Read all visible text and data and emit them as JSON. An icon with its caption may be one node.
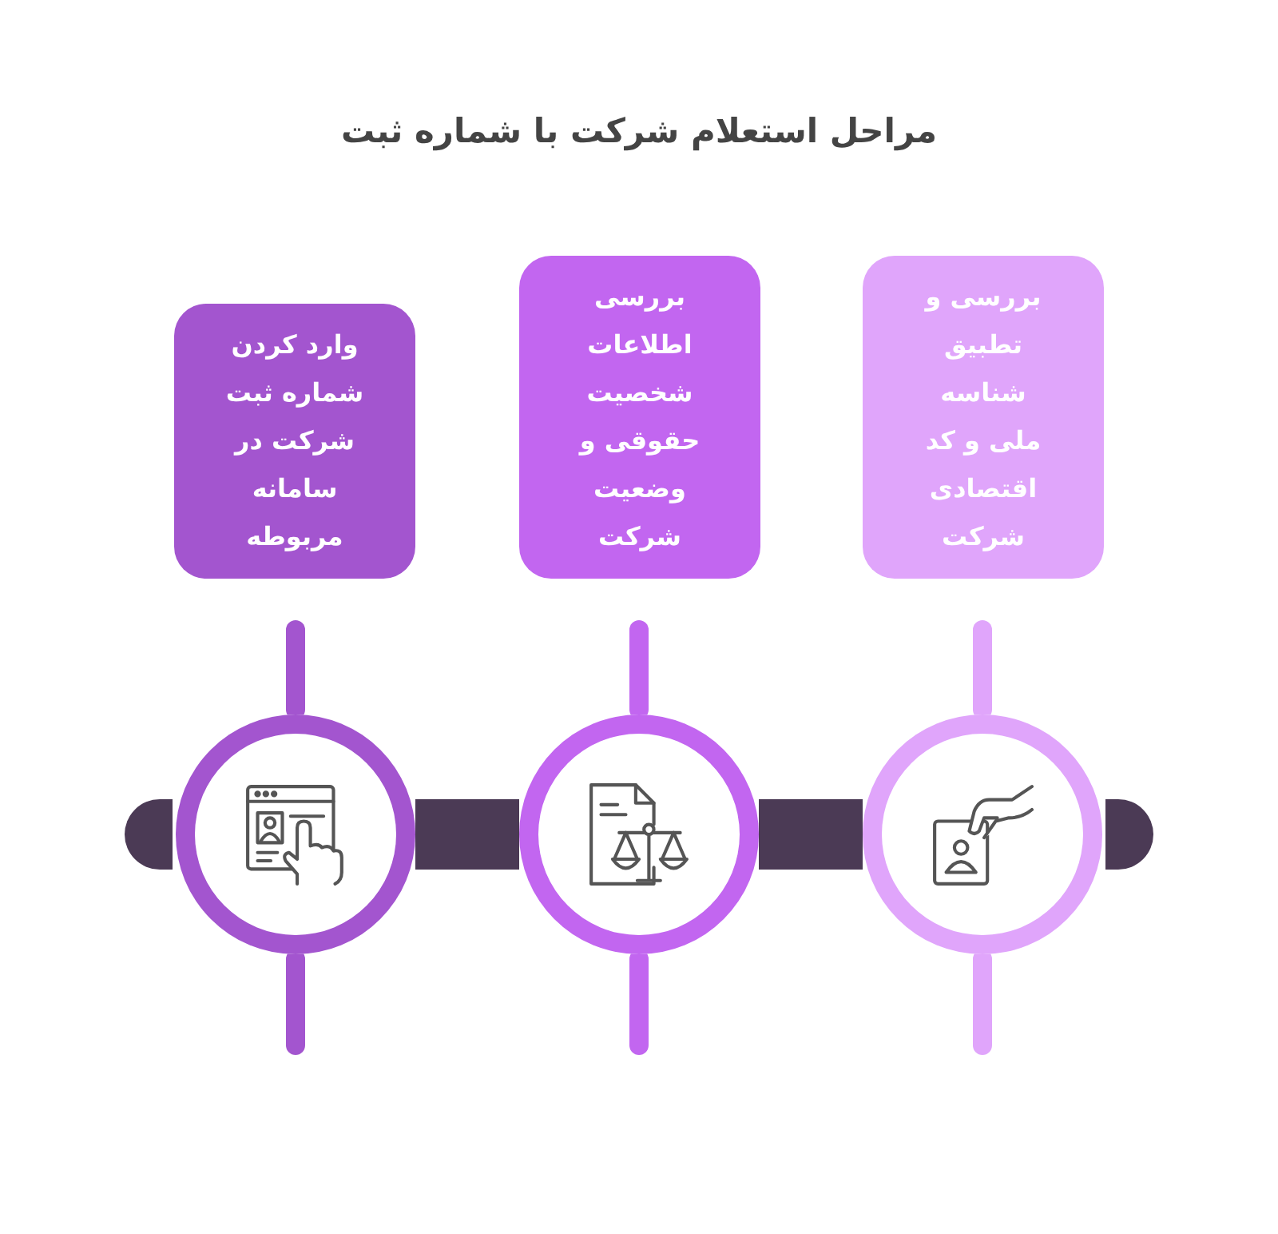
{
  "diagram": {
    "title": "مراحل استعلام شرکت با شماره ثبت",
    "nodes": [
      {
        "text": [
          "وارد کردن شماره ثبت شرکت در سامانه مربوطه"
        ]
      },
      {
        "text": [
          "بررسی اطلاعات شخصیت حقوقی و وضعیت شرکت"
        ]
      },
      {
        "text": [
          "بررسی و تطبیق شناسه ملی و کد اقتصادی شرکت"
        ]
      },
      {
        "text": [],
        "shape": "circle"
      },
      {
        "text": [],
        "shape": "circle"
      },
      {
        "text": [],
        "shape": "circle"
      }
    ],
    "edges": [
      {
        "from": 3,
        "to": 4,
        "arrow": "none"
      },
      {
        "from": 4,
        "to": 5,
        "arrow": "none"
      }
    ]
  }
}
